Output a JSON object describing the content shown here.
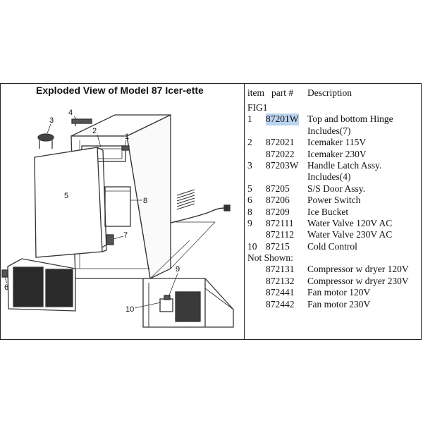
{
  "title": "Exploded View of Model 87 Icer-ette",
  "callouts": [
    "1",
    "2",
    "3",
    "4",
    "5",
    "6",
    "7",
    "8",
    "9",
    "10"
  ],
  "table": {
    "headers": {
      "item": "item",
      "part": "part #",
      "description": "Description"
    },
    "section_fig": "FIG1",
    "rows": [
      {
        "item": "1",
        "part": "87201W",
        "desc": "Top and bottom Hinge",
        "highlight": true
      },
      {
        "item": "",
        "part": "",
        "desc": "Includes(7)"
      },
      {
        "item": "2",
        "part": "872021",
        "desc": "Icemaker 115V"
      },
      {
        "item": "",
        "part": "872022",
        "desc": "Icemaker 230V"
      },
      {
        "item": "3",
        "part": "87203W",
        "desc": "Handle Latch Assy."
      },
      {
        "item": "",
        "part": "",
        "desc": "Includes(4)"
      },
      {
        "item": "5",
        "part": "87205",
        "desc": "S/S Door Assy."
      },
      {
        "item": "6",
        "part": "87206",
        "desc": "Power Switch"
      },
      {
        "item": "8",
        "part": "87209",
        "desc": "Ice Bucket"
      },
      {
        "item": "9",
        "part": "872111",
        "desc": "Water Valve 120V AC"
      },
      {
        "item": "",
        "part": "872112",
        "desc": "Water Valve 230V AC"
      },
      {
        "item": "10",
        "part": "87215",
        "desc": " Cold Control"
      }
    ],
    "section_not_shown": "Not Shown:",
    "not_shown_rows": [
      {
        "part": "872131",
        "desc": "Compressor w dryer 120V"
      },
      {
        "part": "872132",
        "desc": "Compressor w dryer 230V"
      },
      {
        "part": "872441",
        "desc": "Fan motor 120V"
      },
      {
        "part": "872442",
        "desc": "Fan motor 230V"
      }
    ]
  },
  "colors": {
    "highlight": "#b9d3ee",
    "line": "#222222"
  }
}
